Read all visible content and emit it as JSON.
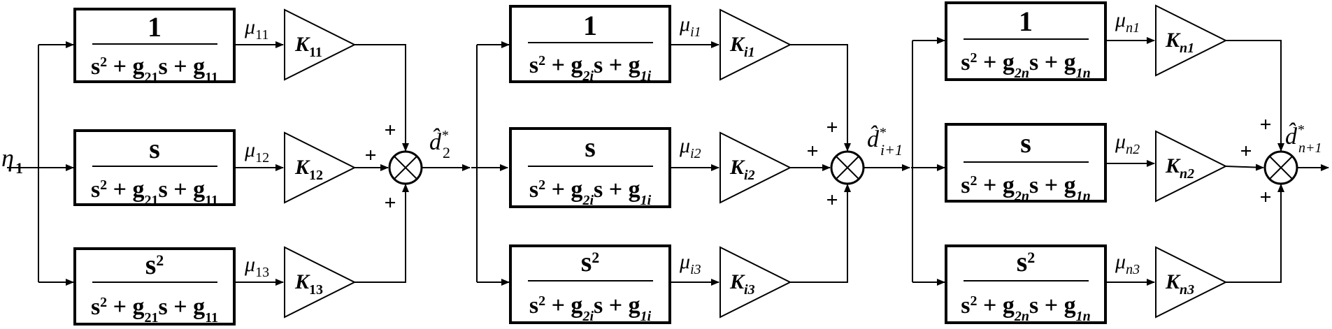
{
  "input": {
    "label": "η",
    "sub": "1"
  },
  "stages": [
    {
      "id": "1",
      "blocks": [
        {
          "num": "1",
          "num_sup": "",
          "den_parts": [
            "s",
            "2",
            " + g",
            "21",
            "s + g",
            "11"
          ],
          "mu": "μ",
          "mu_sub": "11",
          "gain": "K",
          "gain_sub": "11"
        },
        {
          "num": "s",
          "num_sup": "",
          "den_parts": [
            "s",
            "2",
            " + g",
            "21",
            "s + g",
            "11"
          ],
          "mu": "μ",
          "mu_sub": "12",
          "gain": "K",
          "gain_sub": "12"
        },
        {
          "num": "s",
          "num_sup": "2",
          "den_parts": [
            "s",
            "2",
            " + g",
            "21",
            "s + g",
            "11"
          ],
          "mu": "μ",
          "mu_sub": "13",
          "gain": "K",
          "gain_sub": "13"
        }
      ],
      "signs": [
        "+",
        "+",
        "+"
      ],
      "output": {
        "label": "d̂",
        "sup": "*",
        "sub": "2"
      }
    },
    {
      "id": "i",
      "blocks": [
        {
          "num": "1",
          "num_sup": "",
          "den_parts": [
            "s",
            "2",
            " + g",
            "2i",
            "s + g",
            "1i"
          ],
          "mu": "μ",
          "mu_sub": "i1",
          "gain": "K",
          "gain_sub": "i1"
        },
        {
          "num": "s",
          "num_sup": "",
          "den_parts": [
            "s",
            "2",
            " + g",
            "2i",
            "s + g",
            "1i"
          ],
          "mu": "μ",
          "mu_sub": "i2",
          "gain": "K",
          "gain_sub": "i2"
        },
        {
          "num": "s",
          "num_sup": "2",
          "den_parts": [
            "s",
            "2",
            " + g",
            "2i",
            "s + g",
            "1i"
          ],
          "mu": "μ",
          "mu_sub": "i3",
          "gain": "K",
          "gain_sub": "i3"
        }
      ],
      "signs": [
        "+",
        "+",
        "+"
      ],
      "output": {
        "label": "d̂",
        "sup": "*",
        "sub": "i+1"
      }
    },
    {
      "id": "n",
      "blocks": [
        {
          "num": "1",
          "num_sup": "",
          "den_parts": [
            "s",
            "2",
            " + g",
            "2n",
            "s + g",
            "1n"
          ],
          "mu": "μ",
          "mu_sub": "n1",
          "gain": "K",
          "gain_sub": "n1"
        },
        {
          "num": "s",
          "num_sup": "",
          "den_parts": [
            "s",
            "2",
            " + g",
            "2n",
            "s + g",
            "1n"
          ],
          "mu": "μ",
          "mu_sub": "n2",
          "gain": "K",
          "gain_sub": "n2"
        },
        {
          "num": "s",
          "num_sup": "2",
          "den_parts": [
            "s",
            "2",
            " + g",
            "2n",
            "s + g",
            "1n"
          ],
          "mu": "μ",
          "mu_sub": "n3",
          "gain": "K",
          "gain_sub": "n3"
        }
      ],
      "signs": [
        "+",
        "+",
        "+"
      ],
      "output": {
        "label": "d̂",
        "sup": "*",
        "sub": "n+1"
      }
    }
  ]
}
